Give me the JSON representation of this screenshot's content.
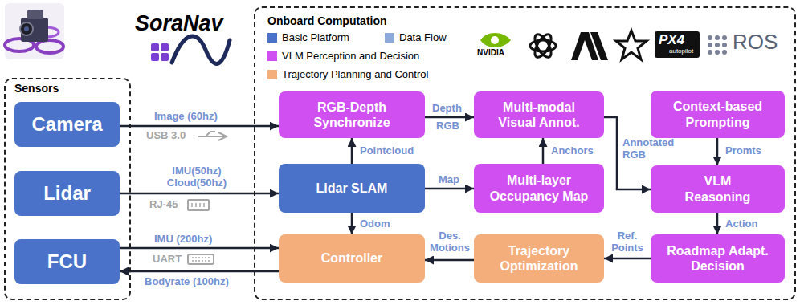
{
  "diagram": {
    "title": "SoraNav",
    "nodes": [
      {
        "text": [
          "Sensors"
        ]
      },
      {
        "text": [
          "Camera"
        ],
        "in": 0
      },
      {
        "text": [
          "Lidar"
        ],
        "in": 0
      },
      {
        "text": [
          "FCU"
        ],
        "in": 0
      },
      {
        "text": [
          "Onboard Computation"
        ]
      },
      {
        "text": [
          "RGB-Depth Synchronize"
        ],
        "in": 4
      },
      {
        "text": [
          "Multi-modal Visual Annot."
        ],
        "in": 4
      },
      {
        "text": [
          "Context-based Prompting"
        ],
        "in": 4
      },
      {
        "text": [
          "Lidar SLAM"
        ],
        "in": 4
      },
      {
        "text": [
          "Multi-layer Occupancy Map"
        ],
        "in": 4
      },
      {
        "text": [
          "VLM Reasoning"
        ],
        "in": 4
      },
      {
        "text": [
          "Controller"
        ],
        "in": 4
      },
      {
        "text": [
          "Trajectory Optimization"
        ],
        "in": 4
      },
      {
        "text": [
          "Roadmap Adapt. Decision"
        ],
        "in": 4
      }
    ],
    "edges": [
      {
        "from": 1,
        "to": 5,
        "label": "Image (60hz)",
        "arrow": "to"
      },
      {
        "from": 2,
        "to": 8,
        "label": "IMU(50hz) Cloud(50hz)",
        "arrow": "to"
      },
      {
        "from": 3,
        "to": 11,
        "label": "IMU (200hz)",
        "arrow": "to"
      },
      {
        "from": 11,
        "to": 3,
        "label": "Bodyrate (100hz)",
        "arrow": "to"
      },
      {
        "from": 8,
        "to": 5,
        "label": "Pointcloud",
        "arrow": "to"
      },
      {
        "from": 5,
        "to": 6,
        "label": "Depth",
        "arrow": "to"
      },
      {
        "from": 8,
        "to": 9,
        "label": "Map",
        "arrow": "to"
      },
      {
        "from": 9,
        "to": 6,
        "label": "Anchors",
        "arrow": "to"
      },
      {
        "from": 6,
        "to": 10,
        "label": "Annotated RGB",
        "arrow": "to"
      },
      {
        "from": 7,
        "to": 10,
        "label": "Promts",
        "arrow": "to"
      },
      {
        "from": 10,
        "to": 13,
        "label": "Action",
        "arrow": "to"
      },
      {
        "from": 13,
        "to": 12,
        "label": "Ref. Points",
        "arrow": "to"
      },
      {
        "from": 12,
        "to": 11,
        "label": "Des. Motions",
        "arrow": "to"
      },
      {
        "from": 8,
        "to": 11,
        "label": "Odom",
        "arrow": "to"
      }
    ],
    "labels": [
      "RGB",
      "USB 3.0",
      "RJ-45",
      "UART",
      "NVIDIA",
      "PX4",
      "autopilot",
      "ROS"
    ],
    "legend": [
      {
        "text": "Basic Platform",
        "color": "#4a72c8"
      },
      {
        "text": "Data Flow",
        "color": "#8eaadb"
      },
      {
        "text": "VLM Perception and Decision",
        "color": "#cf4ff0"
      },
      {
        "text": "Trajectory Planning and Control",
        "color": "#f4ae7c"
      }
    ]
  }
}
